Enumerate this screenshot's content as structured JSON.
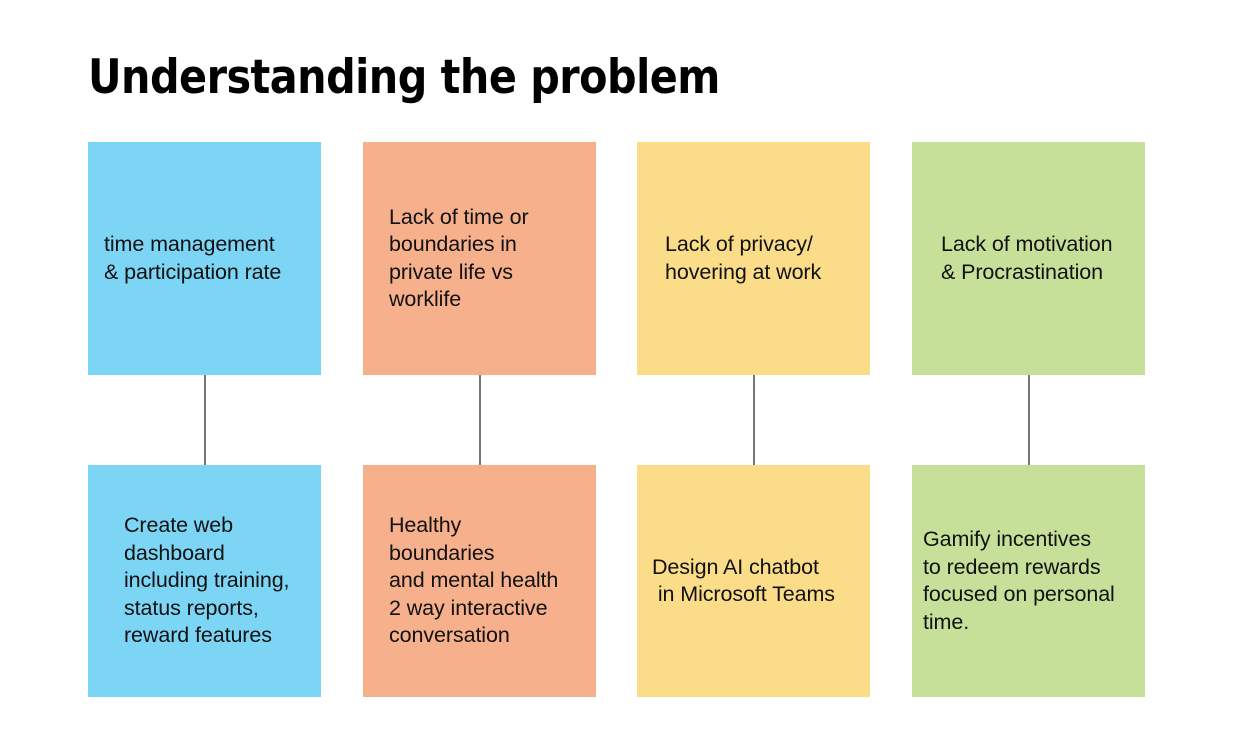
{
  "slide": {
    "title": "Understanding the problem",
    "background": "#ffffff"
  },
  "colors": {
    "blue": "#7dd5f5",
    "salmon": "#f6b08c",
    "yellow": "#fbdc88",
    "green": "#c6e09a",
    "connector": "#767676",
    "text": "#111111",
    "title": "#000000"
  },
  "columns": [
    {
      "id": "time-management",
      "color": "#7dd5f5",
      "problem": "time management\n& participation rate",
      "solution": "Create web\ndashboard\nincluding training,\nstatus reports,\nreward features"
    },
    {
      "id": "boundaries",
      "color": "#f6b08c",
      "problem": "Lack of time or\nboundaries in\nprivate life vs\nworklife",
      "solution": "Healthy\nboundaries\nand mental health\n2 way interactive\nconversation"
    },
    {
      "id": "privacy",
      "color": "#fbdc88",
      "problem": "Lack of privacy/\nhovering at work",
      "solution": "Design AI chatbot\n in Microsoft Teams"
    },
    {
      "id": "motivation",
      "color": "#c6e09a",
      "problem": "Lack of motivation\n& Procrastination",
      "solution": "Gamify incentives\nto redeem rewards\nfocused on personal\ntime."
    }
  ]
}
